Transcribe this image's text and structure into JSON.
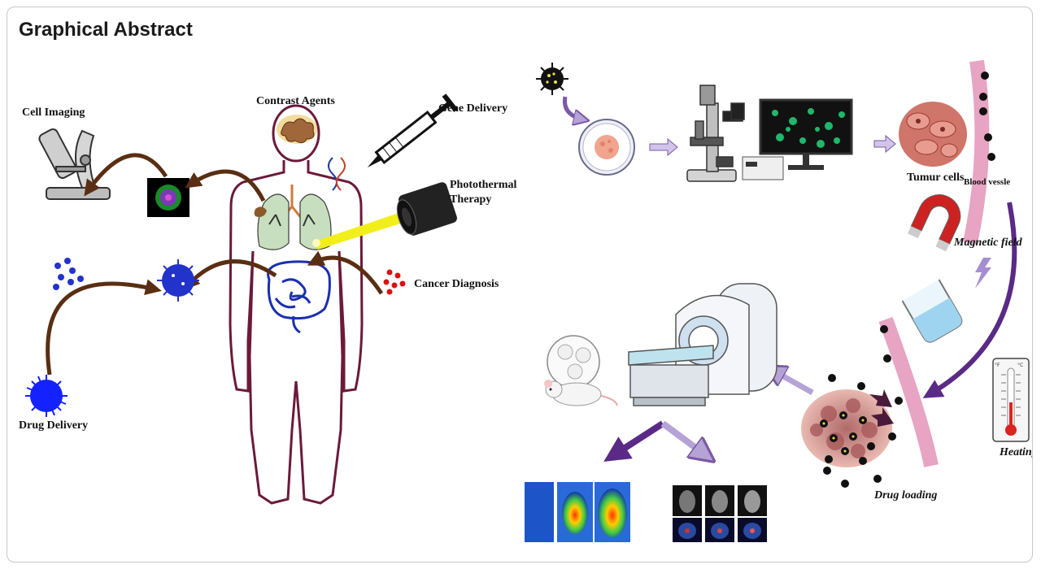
{
  "header": {
    "title": "Graphical Abstract"
  },
  "left_panel": {
    "cell_imaging": "Cell Imaging",
    "contrast_agents": "Contrast Agents",
    "gene_delivery": "Gene Delivery",
    "photothermal_therapy": "Photothermal Therapy",
    "cancer_diagnosis": "Cancer Diagnosis",
    "drug_delivery": "Drug Delivery"
  },
  "right_panel": {
    "tumor_cells": "Tumur cells",
    "blood_vessel": "Blood vessle",
    "magnetic_field": "Magnetic field",
    "heating": "Heating",
    "drug_loading": "Drug loading",
    "thermometer_units": {
      "f": "°F",
      "c": "°C"
    }
  },
  "colors": {
    "body_outline": "#6b1a3a",
    "brown_arrow": "#5a2e12",
    "purple_arrow": "#5a2a86",
    "nanoparticle": "#2233cc",
    "cancer_dot": "#dd1111",
    "vessel": "#e7a4c3",
    "laser": "#f2ee1a"
  }
}
